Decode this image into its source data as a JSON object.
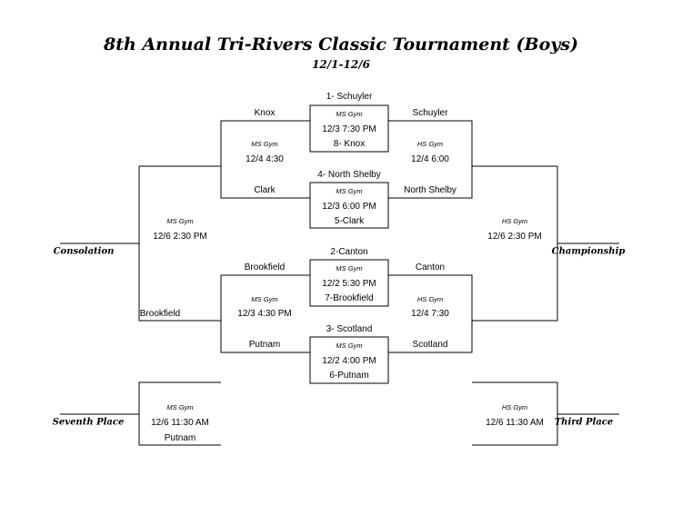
{
  "header": {
    "title": "8th Annual Tri-Rivers Classic Tournament (Boys)",
    "dates": "12/1-12/6"
  },
  "first_round": [
    {
      "top_seed": "1- Schuyler",
      "venue": "MS Gym",
      "time": "12/3 7:30 PM",
      "bottom_seed": "8- Knox"
    },
    {
      "top_seed": "4- North Shelby",
      "venue": "MS Gym",
      "time": "12/3 6:00 PM",
      "bottom_seed": "5-Clark"
    },
    {
      "top_seed": "2-Canton",
      "venue": "MS Gym",
      "time": "12/2 5:30 PM",
      "bottom_seed": "7-Brookfield"
    },
    {
      "top_seed": "3- Scotland",
      "venue": "MS Gym",
      "time": "12/2 4:00 PM",
      "bottom_seed": "6-Putnam"
    }
  ],
  "consolation_side": {
    "semi_top": {
      "top_team": "Knox",
      "venue": "MS Gym",
      "time": "12/4 4:30",
      "bottom_team": "Clark"
    },
    "semi_bottom": {
      "top_team": "Brookfield",
      "venue": "MS Gym",
      "time": "12/3 4:30 PM",
      "bottom_team": "Putnam"
    },
    "final": {
      "venue": "MS Gym",
      "time": "12/6 2:30 PM",
      "bottom_team": "Brookfield",
      "label": "Consolation"
    },
    "seventh": {
      "venue": "MS Gym",
      "time": "12/6 11:30 AM",
      "bottom_team": "Putnam",
      "label": "Seventh Place"
    }
  },
  "championship_side": {
    "semi_top": {
      "top_team": "Schuyler",
      "venue": "HS Gym",
      "time": "12/4 6:00",
      "bottom_team": "North Shelby"
    },
    "semi_bottom": {
      "top_team": "Canton",
      "venue": "HS Gym",
      "time": "12/4 7:30",
      "bottom_team": "Scotland"
    },
    "final": {
      "venue": "HS Gym",
      "time": "12/6 2:30 PM",
      "label": "Championship"
    },
    "third": {
      "venue": "HS Gym",
      "time": "12/6 11:30 AM",
      "label": "Third Place"
    }
  }
}
